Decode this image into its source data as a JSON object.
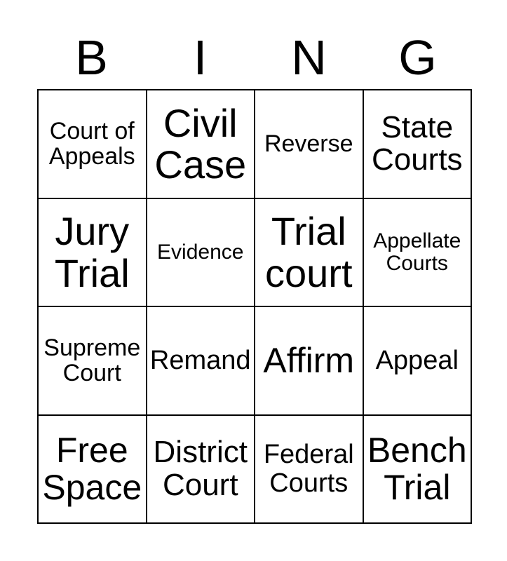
{
  "card": {
    "title_letters": [
      "B",
      "I",
      "N",
      "G"
    ],
    "columns": 4,
    "rows": 4,
    "colors": {
      "background": "#ffffff",
      "text": "#000000",
      "border": "#000000"
    }
  },
  "cells": [
    {
      "id": "cell-r1c1",
      "row": 1,
      "col": 1,
      "text": "Court of\nAppeals",
      "size": "fs-s"
    },
    {
      "id": "cell-r1c2",
      "row": 1,
      "col": 2,
      "text": "Civil\nCase",
      "size": "fs-xxl"
    },
    {
      "id": "cell-r1c3",
      "row": 1,
      "col": 3,
      "text": "Reverse",
      "size": "fs-s"
    },
    {
      "id": "cell-r1c4",
      "row": 1,
      "col": 4,
      "text": "State\nCourts",
      "size": "fs-l"
    },
    {
      "id": "cell-r2c1",
      "row": 2,
      "col": 1,
      "text": "Jury\nTrial",
      "size": "fs-xxl"
    },
    {
      "id": "cell-r2c2",
      "row": 2,
      "col": 2,
      "text": "Evidence",
      "size": "fs-xs"
    },
    {
      "id": "cell-r2c3",
      "row": 2,
      "col": 3,
      "text": "Trial\ncourt",
      "size": "fs-xxl"
    },
    {
      "id": "cell-r2c4",
      "row": 2,
      "col": 4,
      "text": "Appellate\nCourts",
      "size": "fs-xs"
    },
    {
      "id": "cell-r3c1",
      "row": 3,
      "col": 1,
      "text": "Supreme\nCourt",
      "size": "fs-s"
    },
    {
      "id": "cell-r3c2",
      "row": 3,
      "col": 2,
      "text": "Remand",
      "size": "fs-m"
    },
    {
      "id": "cell-r3c3",
      "row": 3,
      "col": 3,
      "text": "Affirm",
      "size": "fs-xl"
    },
    {
      "id": "cell-r3c4",
      "row": 3,
      "col": 4,
      "text": "Appeal",
      "size": "fs-m"
    },
    {
      "id": "cell-r4c1",
      "row": 4,
      "col": 1,
      "text": "Free\nSpace",
      "size": "fs-xl"
    },
    {
      "id": "cell-r4c2",
      "row": 4,
      "col": 2,
      "text": "District\nCourt",
      "size": "fs-l"
    },
    {
      "id": "cell-r4c3",
      "row": 4,
      "col": 3,
      "text": "Federal\nCourts",
      "size": "fs-m"
    },
    {
      "id": "cell-r4c4",
      "row": 4,
      "col": 4,
      "text": "Bench\nTrial",
      "size": "fs-xl"
    }
  ]
}
